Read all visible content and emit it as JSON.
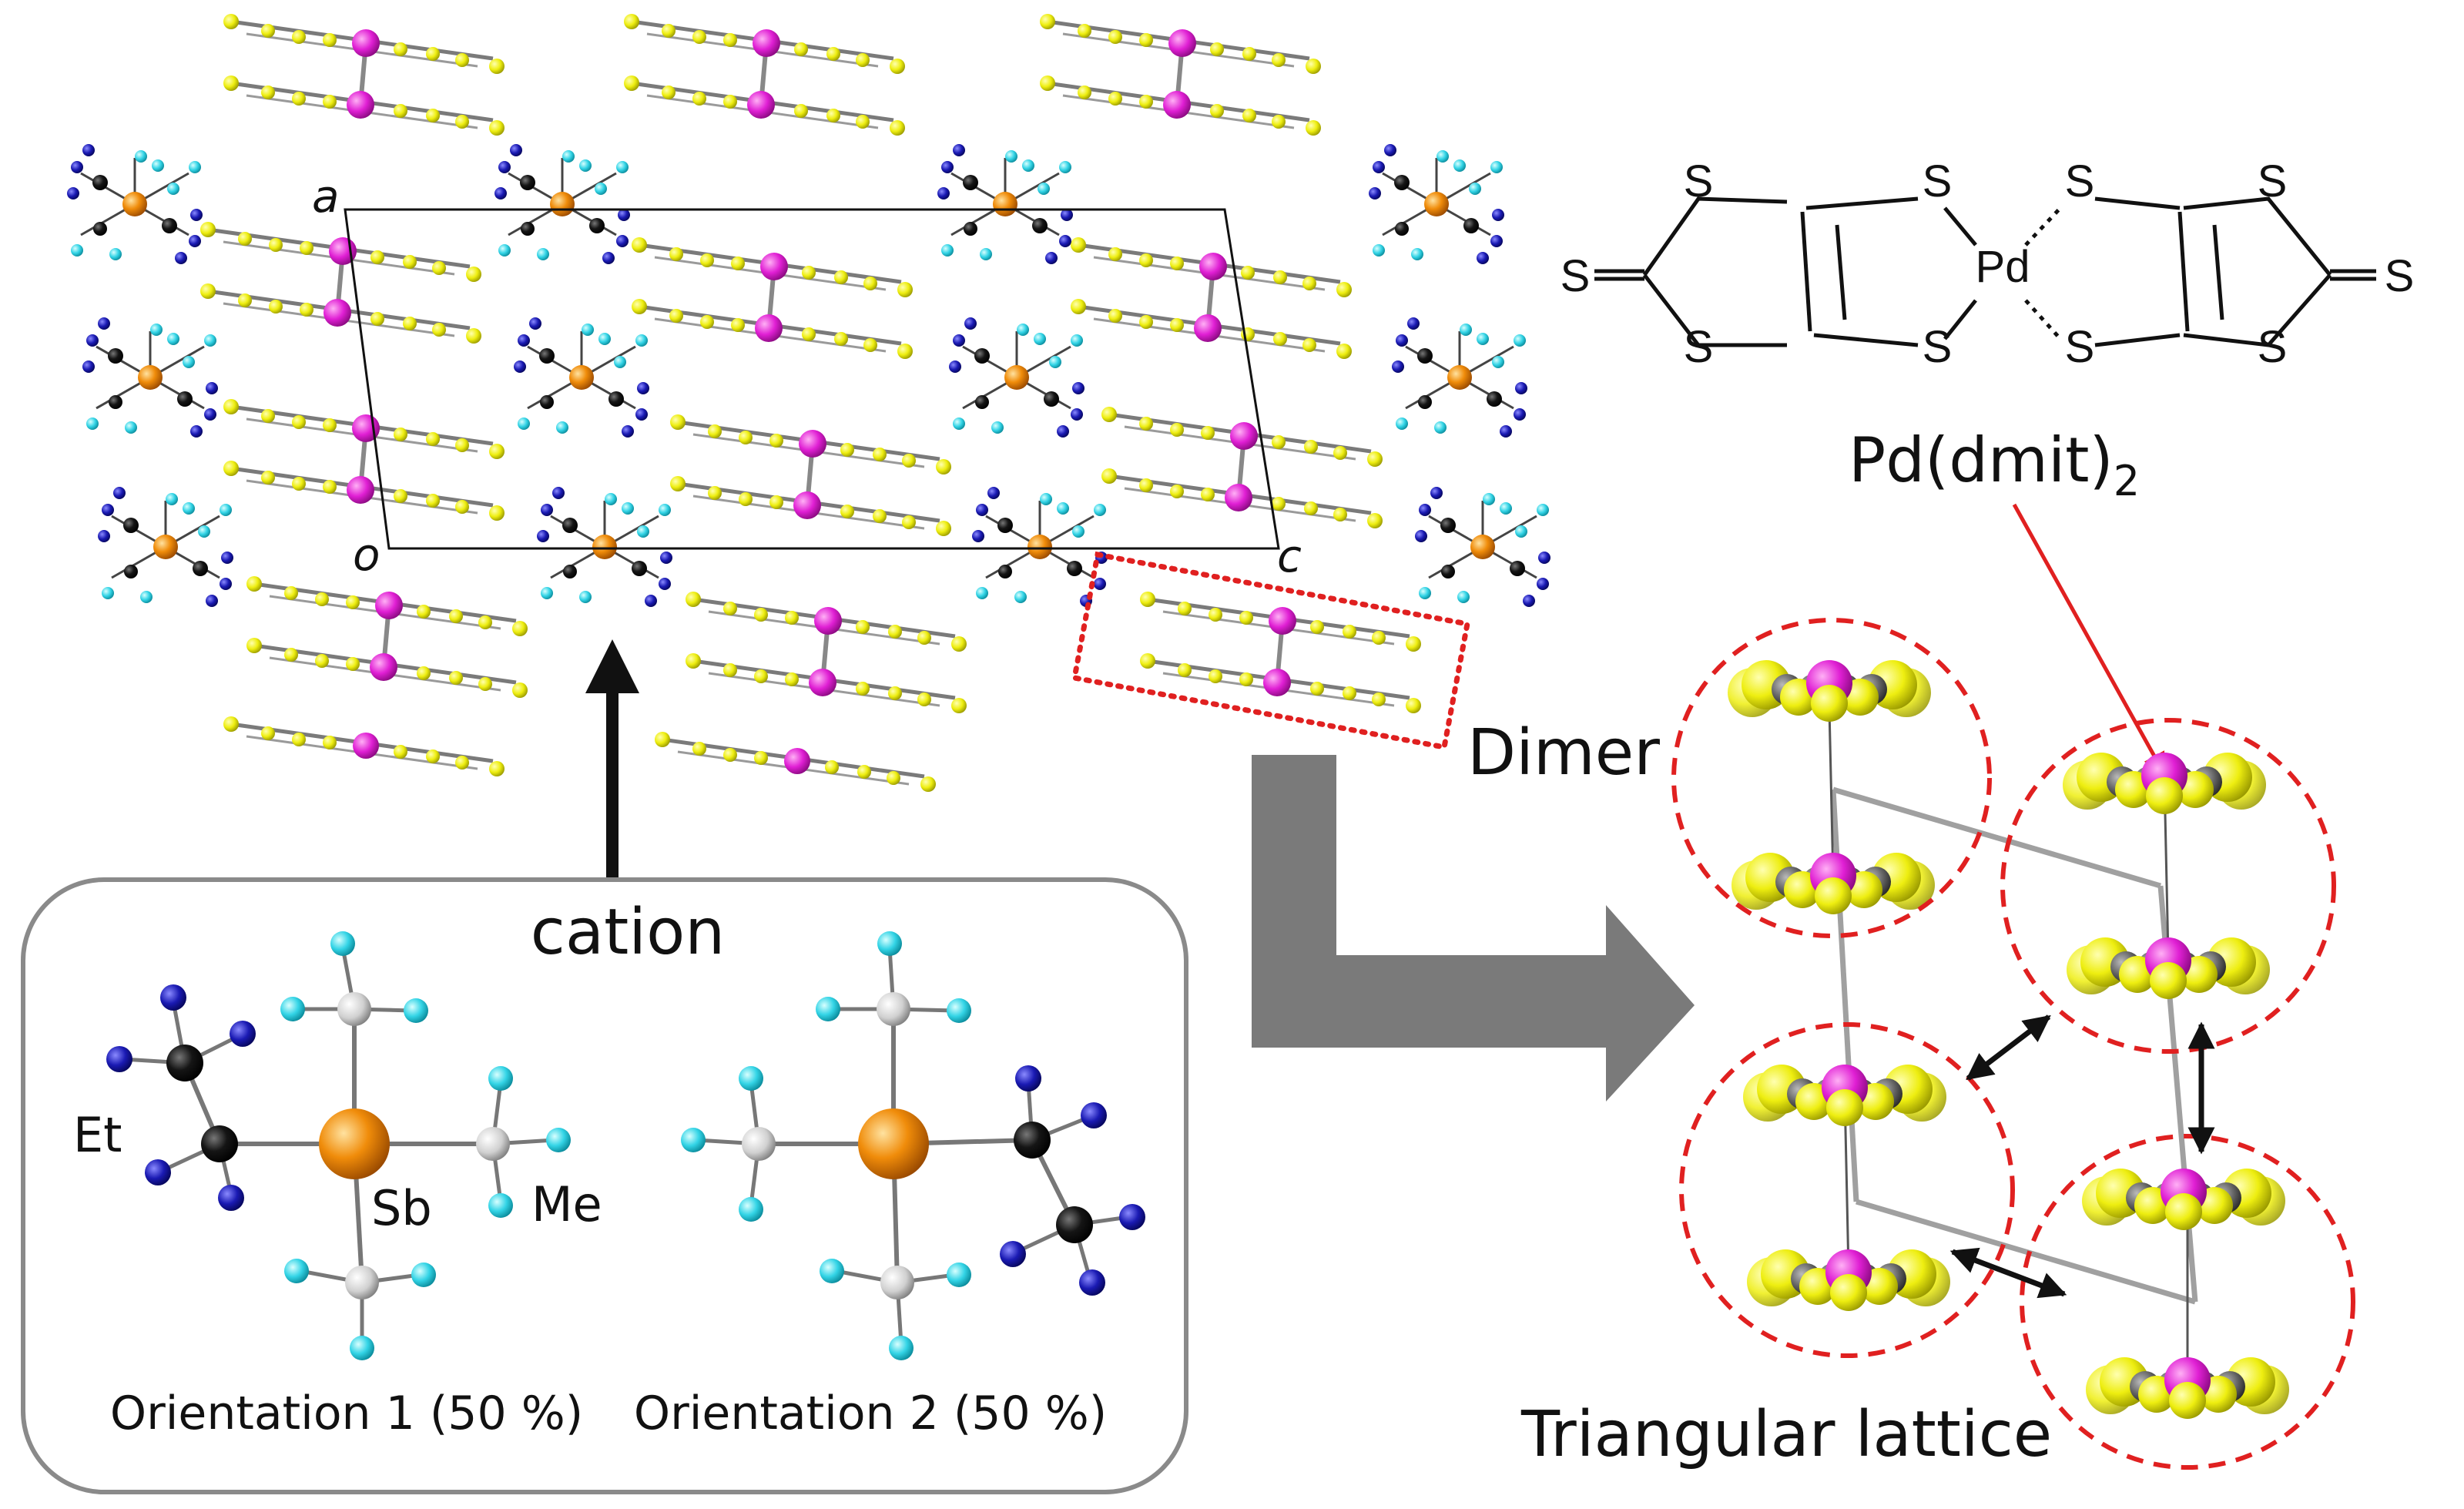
{
  "crystal": {
    "axis_a": "a",
    "axis_o": "o",
    "axis_c": "c"
  },
  "cation_box": {
    "title": "cation",
    "label_et": "Et",
    "label_sb": "Sb",
    "label_me": "Me",
    "orientation1": "Orientation 1 (50 %)",
    "orientation2": "Orientation 2 (50 %)"
  },
  "molecule": {
    "atom_s": "S",
    "atom_pd": "Pd",
    "name_main": "Pd(dmit)",
    "name_sub": "2"
  },
  "lattice": {
    "dimer_label": "Dimer",
    "triangular_label": "Triangular lattice"
  },
  "colors": {
    "sulfur": "#f2f21a",
    "palladium": "#e31fd6",
    "antimony": "#f08c0a",
    "carbon_dark": "#111111",
    "hydrogen_blue": "#1a1ab3",
    "hydrogen_cyan": "#33d4e6",
    "carbon_white": "#d9d9d9",
    "dashed_red": "#e02020",
    "arrow_gray": "#7a7a7a"
  }
}
